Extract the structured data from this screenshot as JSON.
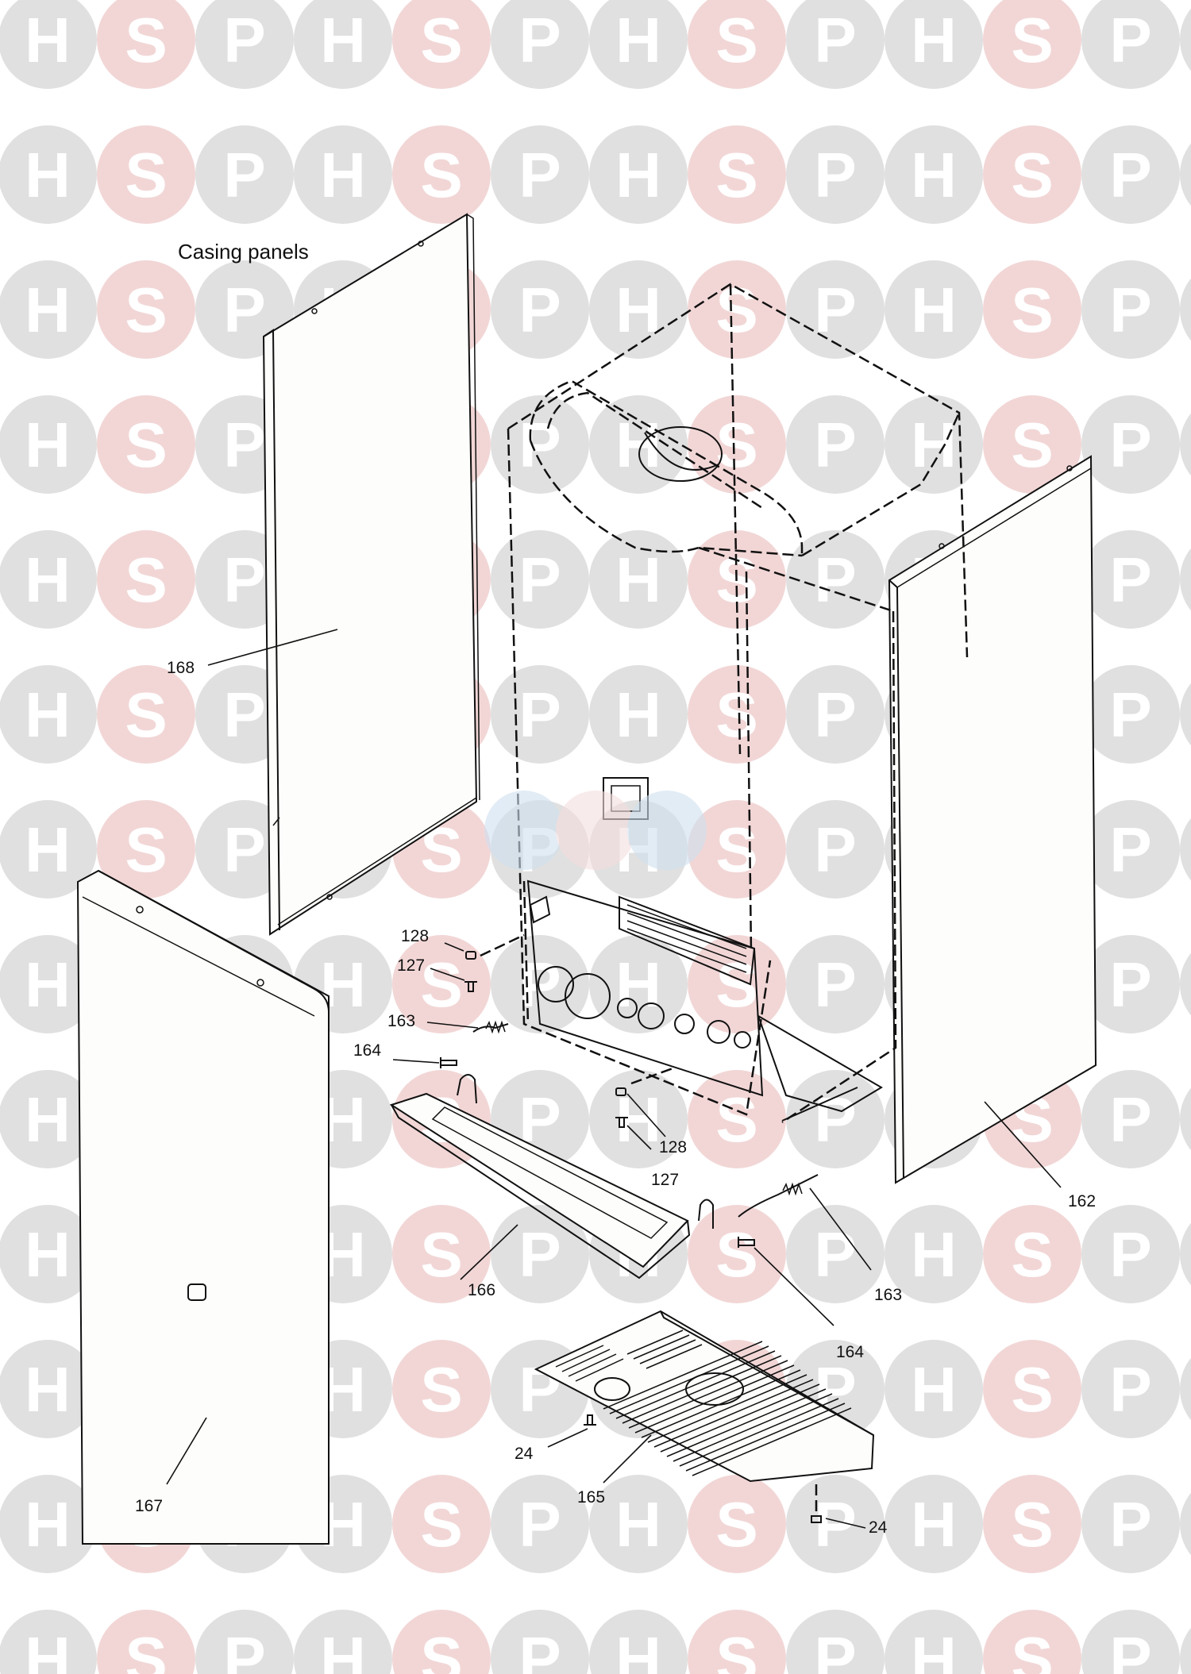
{
  "title": "Casing panels",
  "watermark": {
    "letters": [
      "H",
      "S",
      "P"
    ],
    "grey": "#e0e0e0",
    "pink": "#f2d6d6",
    "letter_color": "#ffffff"
  },
  "colors": {
    "line": "#111111",
    "panel_fill": "#fdfdfb",
    "center_logo_blue": "#cfe0f0",
    "center_logo_pink": "#f5dede"
  },
  "callouts": {
    "c168": "168",
    "c128a": "128",
    "c127a": "127",
    "c163a": "163",
    "c164a": "164",
    "c128b": "128",
    "c127b": "127",
    "c166": "166",
    "c162": "162",
    "c163b": "163",
    "c164b": "164",
    "c167": "167",
    "c24a": "24",
    "c165": "165",
    "c24b": "24"
  }
}
